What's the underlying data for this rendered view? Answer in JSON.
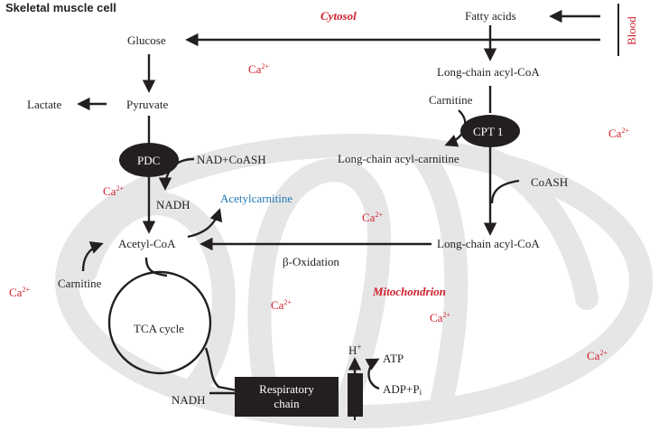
{
  "title": "Skeletal muscle cell",
  "regions": {
    "cytosol": "Cytosol",
    "mitochondrion": "Mitochondrion",
    "blood": "Blood"
  },
  "metabolites": {
    "fatty_acids": "Fatty acids",
    "glucose": "Glucose",
    "long_chain_acyl_coa_top": "Long-chain acyl-CoA",
    "carnitine_top": "Carnitine",
    "cpt1": "CPT 1",
    "long_chain_acyl_carnitine": "Long-chain acyl-carnitine",
    "lactate": "Lactate",
    "pyruvate": "Pyruvate",
    "pdc": "PDC",
    "nad_coash": "NAD+CoASH",
    "nadh_top": "NADH",
    "acetylcarnitine": "Acetylcarnitine",
    "coash": "CoASH",
    "acetyl_coa": "Acetyl-CoA",
    "long_chain_acyl_coa_mito": "Long-chain acyl-CoA",
    "beta_oxidation": "β-Oxidation",
    "carnitine_bottom": "Carnitine",
    "tca_cycle": "TCA cycle",
    "nadh_bottom": "NADH",
    "respiratory_chain_line1": "Respiratory",
    "respiratory_chain_line2": "chain",
    "h_plus_base": "H",
    "h_plus_sup": "+",
    "atp": "ATP",
    "adp_pi_base": "ADP+P",
    "adp_pi_sub": "i"
  },
  "calcium": {
    "base": "Ca",
    "charge": "2+"
  },
  "colors": {
    "text": "#231f20",
    "accent_red": "#d0202e",
    "accent_blue": "#1f78b4",
    "mito_gray": "#e6e6e6",
    "node_dark": "#231f20"
  }
}
